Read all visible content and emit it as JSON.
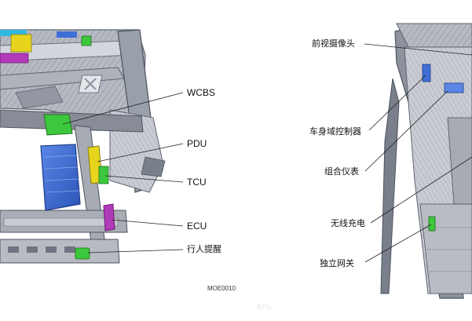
{
  "figure_code": "MOE0010",
  "page_label": "87%",
  "left_labels": {
    "wcbs": "WCBS",
    "pdu": "PDU",
    "tcu": "TCU",
    "ecu": "ECU",
    "pedestrian_alert": "行人提醒"
  },
  "right_labels": {
    "front_camera": "前视摄像头",
    "body_domain_controller": "车身域控制器",
    "instrument_cluster": "组合仪表",
    "wireless_charging": "无线充电",
    "standalone_gateway": "独立网关"
  },
  "colors": {
    "frame_dark": "#5d6370",
    "frame_mid": "#8d929c",
    "frame_light": "#c4c7ce",
    "part_blue": "#3f6fd6",
    "part_green": "#3cc83c",
    "part_yellow": "#e7d41c",
    "part_magenta": "#b13ab8",
    "part_cyan": "#32b9e3",
    "leader": "#222222"
  }
}
